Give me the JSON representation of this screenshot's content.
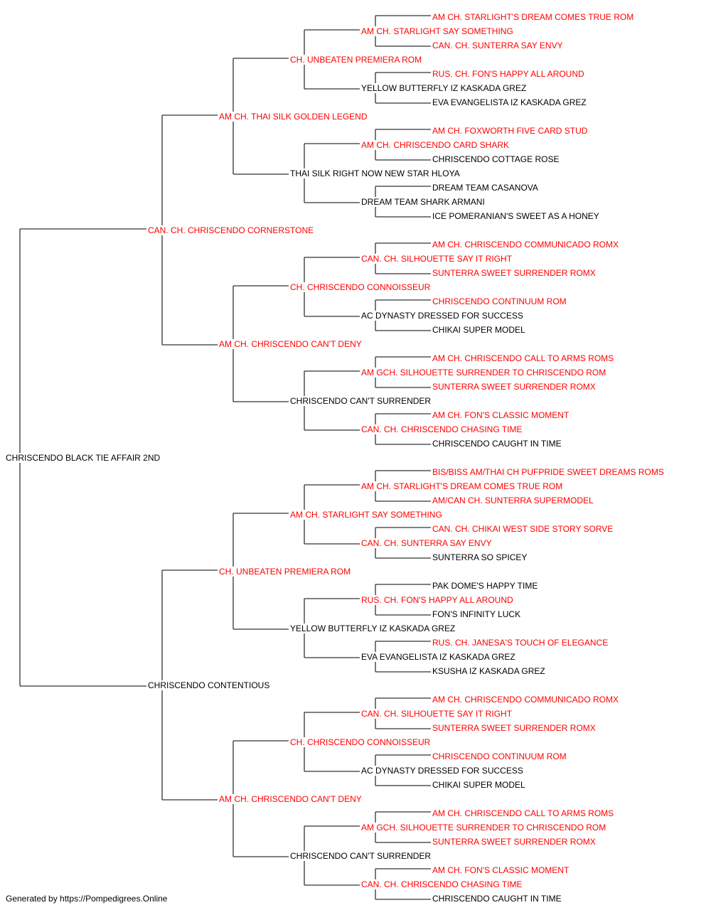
{
  "colors": {
    "champion": "#ff0000",
    "regular": "#000000",
    "line": "#333333"
  },
  "subject": {
    "name": "CHRISCENDO BLACK TIE AFFAIR 2ND",
    "red": false
  },
  "gen1": [
    {
      "name": "CAN. CH. CHRISCENDO CORNERSTONE",
      "red": true
    },
    {
      "name": "CHRISCENDO CONTENTIOUS",
      "red": false
    }
  ],
  "gen2": [
    {
      "name": "AM CH. THAI SILK GOLDEN LEGEND",
      "red": true
    },
    {
      "name": "AM CH. CHRISCENDO CAN'T DENY",
      "red": true
    },
    {
      "name": "CH. UNBEATEN PREMIERA ROM",
      "red": true
    },
    {
      "name": "AM CH. CHRISCENDO CAN'T DENY",
      "red": true
    }
  ],
  "gen3": [
    {
      "name": "CH. UNBEATEN PREMIERA ROM",
      "red": true
    },
    {
      "name": "THAI SILK RIGHT NOW NEW STAR HLOYA",
      "red": false
    },
    {
      "name": "CH. CHRISCENDO CONNOISSEUR",
      "red": true
    },
    {
      "name": "CHRISCENDO CAN'T SURRENDER",
      "red": false
    },
    {
      "name": "AM CH. STARLIGHT SAY SOMETHING",
      "red": true
    },
    {
      "name": "YELLOW BUTTERFLY IZ KASKADA GREZ",
      "red": false
    },
    {
      "name": "CH. CHRISCENDO CONNOISSEUR",
      "red": true
    },
    {
      "name": "CHRISCENDO CAN'T SURRENDER",
      "red": false
    }
  ],
  "gen4": [
    {
      "name": "AM CH. STARLIGHT SAY SOMETHING",
      "red": true
    },
    {
      "name": "YELLOW BUTTERFLY IZ KASKADA GREZ",
      "red": false
    },
    {
      "name": "AM CH. CHRISCENDO CARD SHARK",
      "red": true
    },
    {
      "name": "DREAM TEAM SHARK ARMANI",
      "red": false
    },
    {
      "name": "CAN. CH. SILHOUETTE SAY IT RIGHT",
      "red": true
    },
    {
      "name": "AC DYNASTY DRESSED FOR SUCCESS",
      "red": false
    },
    {
      "name": "AM GCH. SILHOUETTE SURRENDER TO CHRISCENDO ROM",
      "red": true
    },
    {
      "name": "CAN. CH. CHRISCENDO CHASING TIME",
      "red": true
    },
    {
      "name": "AM CH. STARLIGHT'S DREAM COMES TRUE ROM",
      "red": true
    },
    {
      "name": "CAN. CH. SUNTERRA SAY ENVY",
      "red": true
    },
    {
      "name": "RUS. CH. FON'S HAPPY ALL AROUND",
      "red": true
    },
    {
      "name": "EVA EVANGELISTA IZ KASKADA GREZ",
      "red": false
    },
    {
      "name": "CAN. CH. SILHOUETTE SAY IT RIGHT",
      "red": true
    },
    {
      "name": "AC DYNASTY DRESSED FOR SUCCESS",
      "red": false
    },
    {
      "name": "AM GCH. SILHOUETTE SURRENDER TO CHRISCENDO ROM",
      "red": true
    },
    {
      "name": "CAN. CH. CHRISCENDO CHASING TIME",
      "red": true
    }
  ],
  "gen5": [
    {
      "name": "AM CH. STARLIGHT'S DREAM COMES TRUE ROM",
      "red": true
    },
    {
      "name": "CAN. CH. SUNTERRA SAY ENVY",
      "red": true
    },
    {
      "name": "RUS. CH. FON'S HAPPY ALL AROUND",
      "red": true
    },
    {
      "name": "EVA EVANGELISTA IZ KASKADA GREZ",
      "red": false
    },
    {
      "name": "AM CH. FOXWORTH FIVE CARD STUD",
      "red": true
    },
    {
      "name": "CHRISCENDO COTTAGE ROSE",
      "red": false
    },
    {
      "name": "DREAM TEAM CASANOVA",
      "red": false
    },
    {
      "name": "ICE POMERANIAN'S SWEET AS A HONEY",
      "red": false
    },
    {
      "name": "AM CH. CHRISCENDO COMMUNICADO ROMX",
      "red": true
    },
    {
      "name": "SUNTERRA SWEET SURRENDER ROMX",
      "red": true
    },
    {
      "name": "CHRISCENDO CONTINUUM ROM",
      "red": true
    },
    {
      "name": "CHIKAI SUPER MODEL",
      "red": false
    },
    {
      "name": "AM CH. CHRISCENDO CALL TO ARMS ROMS",
      "red": true
    },
    {
      "name": "SUNTERRA SWEET SURRENDER ROMX",
      "red": true
    },
    {
      "name": "AM CH. FON'S CLASSIC MOMENT",
      "red": true
    },
    {
      "name": "CHRISCENDO CAUGHT IN TIME",
      "red": false
    },
    {
      "name": "BIS/BISS AM/THAI CH PUFPRIDE SWEET DREAMS ROMS",
      "red": true
    },
    {
      "name": "AM/CAN CH. SUNTERRA SUPERMODEL",
      "red": true
    },
    {
      "name": "CAN. CH. CHIKAI WEST SIDE STORY SORVE",
      "red": true
    },
    {
      "name": "SUNTERRA SO SPICEY",
      "red": false
    },
    {
      "name": "PAK DOME'S HAPPY TIME",
      "red": false
    },
    {
      "name": "FON'S INFINITY LUCK",
      "red": false
    },
    {
      "name": "RUS. CH. JANESA'S TOUCH OF ELEGANCE",
      "red": true
    },
    {
      "name": "KSUSHA IZ KASKADA GREZ",
      "red": false
    },
    {
      "name": "AM CH. CHRISCENDO COMMUNICADO ROMX",
      "red": true
    },
    {
      "name": "SUNTERRA SWEET SURRENDER ROMX",
      "red": true
    },
    {
      "name": "CHRISCENDO CONTINUUM ROM",
      "red": true
    },
    {
      "name": "CHIKAI SUPER MODEL",
      "red": false
    },
    {
      "name": "AM CH. CHRISCENDO CALL TO ARMS ROMS",
      "red": true
    },
    {
      "name": "SUNTERRA SWEET SURRENDER ROMX",
      "red": true
    },
    {
      "name": "AM CH. FON'S CLASSIC MOMENT",
      "red": true
    },
    {
      "name": "CHRISCENDO CAUGHT IN TIME",
      "red": false
    }
  ],
  "footer": "Generated by https://Pompedigrees.Online"
}
